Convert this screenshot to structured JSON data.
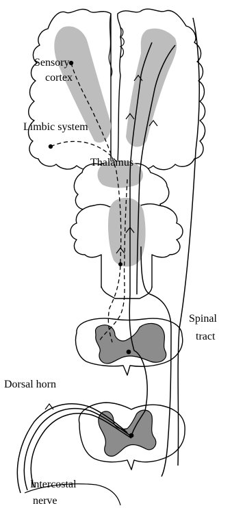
{
  "labels": {
    "sensory_cortex_line1": "Sensory",
    "sensory_cortex_line2": "cortex",
    "limbic_system": "Limbic system",
    "thalamus": "Thalamus",
    "spinal_tract_line1": "Spinal",
    "spinal_tract_line2": "tract",
    "dorsal_horn": "Dorsal horn",
    "intercostal_nerve_line1": "Intercostal",
    "intercostal_nerve_line2": "nerve"
  },
  "colors": {
    "shading": "#bdbdbd",
    "grey_matter": "#8c8c8c",
    "outline": "#000000"
  }
}
